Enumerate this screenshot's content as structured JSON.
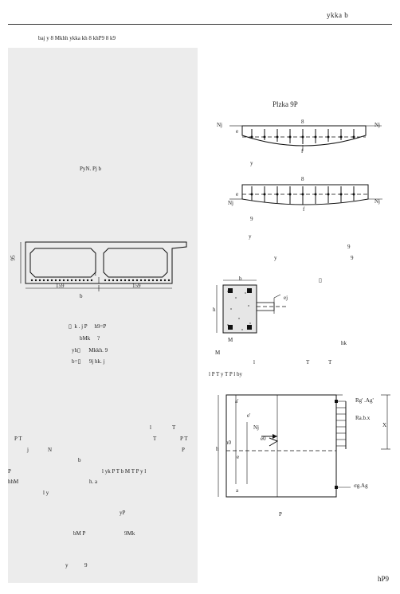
{
  "header": {
    "title": "ykka b"
  },
  "left": {
    "intro": "baj y 8 Mkhh ykka kh 8 khP9 8 k9",
    "label_a": "PyN. Pj b",
    "fig_caption": "b",
    "section_dims": {
      "h_label": "95",
      "w_left": "159",
      "w_right": "159",
      "gap": "1"
    },
    "list": [
      {
        "sym": "▯",
        "text": "k . j P",
        "val": "h9=P"
      },
      {
        "sym": "",
        "text": "bMk",
        "val": "?"
      },
      {
        "sym": "yh▯",
        "text": "",
        "val": "Mkkh. 9"
      },
      {
        "sym": "b=▯",
        "text": "",
        "val": "9j hk. j"
      }
    ],
    "para": [
      {
        "a": "l",
        "b": "T"
      },
      {
        "a": "P T",
        "b": "T",
        "c": "P T"
      },
      {
        "a": "j",
        "b": "N",
        "c": "P"
      },
      {
        "a": "b"
      },
      {
        "a": "P",
        "b": "l yk P T b M T P y l"
      },
      {
        "a": "hhM",
        "b": "h. a"
      },
      {
        "a": "l y"
      }
    ],
    "yp": "yP",
    "bm": "bM P",
    "bm_val": "9Mk",
    "last": {
      "a": "y",
      "b": "9"
    }
  },
  "right": {
    "heading": "Plzka 9P",
    "beam1": {
      "nj": "Nj",
      "nj2": "Nj",
      "e": "e",
      "top": "8",
      "bot": "f",
      "cap": "y"
    },
    "beam2": {
      "nj": "Nj",
      "nj2": "Nj",
      "e": "e",
      "top": "8",
      "bot": "f",
      "cap": "9",
      "cap2": "y"
    },
    "texts": [
      "9",
      "y",
      "9",
      "▯"
    ],
    "section": {
      "b": "b",
      "h": "h",
      "ej": "ej",
      "m": "M",
      "mm": "M",
      "hk": "hk",
      "sub": "l",
      "t1": "T",
      "t2": "T",
      "row": "l P T y T P l by"
    },
    "diagram": {
      "rg": "Rg' .Ag'",
      "rab": "Ra.b.x",
      "x": "X",
      "nj": "Nj",
      "h0": "h0",
      "h": "h",
      "e": "e",
      "e1": "e'",
      "a1": "a'",
      "a": "a",
      "e0": "e0",
      "sag": "σg.Ag",
      "p": "P"
    }
  },
  "footer": {
    "page": "hP9"
  }
}
